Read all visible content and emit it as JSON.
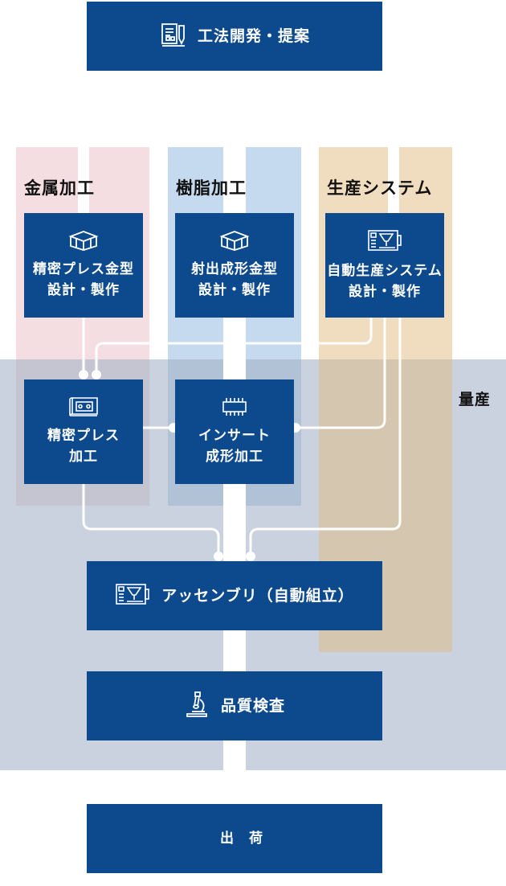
{
  "title_step": "工法開発・提案",
  "zones": {
    "metal": "金属加工",
    "resin": "樹脂加工",
    "production": "生産システム",
    "mass": "量産"
  },
  "boxes": {
    "press_die": [
      "精密プレス金型",
      "設計・製作"
    ],
    "injection_die": [
      "射出成形金型",
      "設計・製作"
    ],
    "auto_system": [
      "自動生産システム",
      "設計・製作"
    ],
    "press_work": [
      "精密プレス",
      "加工"
    ],
    "insert_molding": [
      "インサート",
      "成形加工"
    ],
    "assembly": "アッセンブリ（自動組立）",
    "inspection": "品質検査",
    "shipping": "出　荷"
  },
  "icons": {
    "title_step": "document-compass-icon",
    "press_die": "mold-icon",
    "injection_die": "mold-icon",
    "auto_system": "machine-icon",
    "press_work": "blueprint-icon",
    "insert_molding": "chip-icon",
    "assembly": "machine-icon",
    "inspection": "microscope-icon"
  },
  "colors": {
    "box": "#0d4a8d",
    "metal_zone": "#ecbec4",
    "resin_zone": "#96b9e1",
    "production_zone": "#e2ba80",
    "mass_zone": "#a2b2c7"
  }
}
